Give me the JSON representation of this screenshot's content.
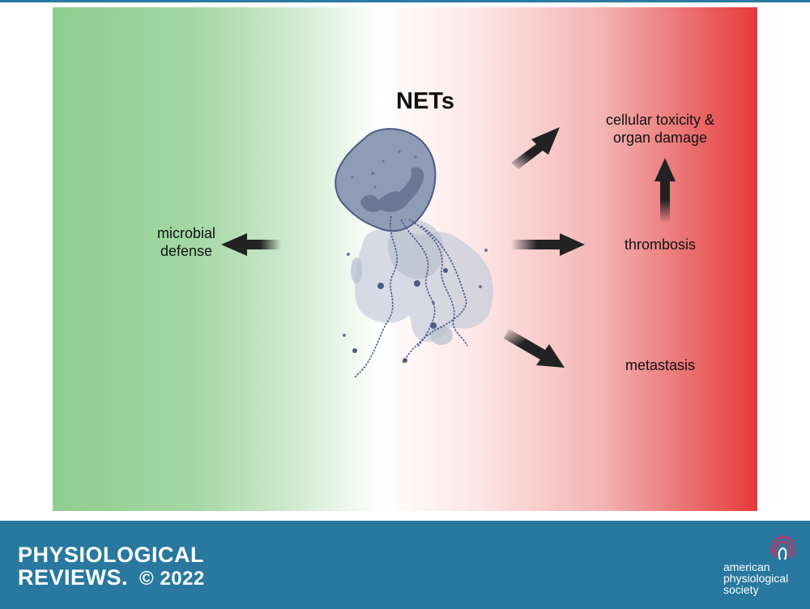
{
  "diagram": {
    "title": "NETs",
    "labels": {
      "left": "microbial\ndefense",
      "top_right": "cellular toxicity &\norgan damage",
      "mid_right": "thrombosis",
      "bottom_right": "metastasis"
    },
    "colors": {
      "protective": "#8fcd8f",
      "harmful": "#e43a3a",
      "arrow": "#222222",
      "cell": "#8e9cb6"
    },
    "icons": [
      "neutrophil-net-illustration",
      "arrow-icon"
    ]
  },
  "footer": {
    "journal_line1": "PHYSIOLOGICAL",
    "journal_line2": "REVIEWS.",
    "copyright": "© 2022",
    "society_line1": "american",
    "society_line2": "physiological",
    "society_line3": "society"
  }
}
